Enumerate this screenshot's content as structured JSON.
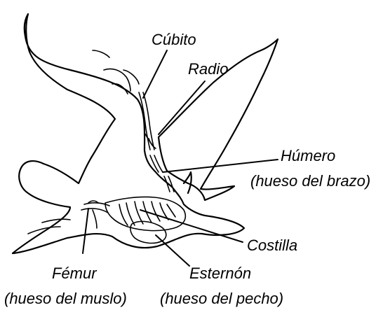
{
  "labels": {
    "cubito": "Cúbito",
    "radio": "Radio",
    "humero": "Húmero",
    "humero_sub": "(hueso del brazo)",
    "costilla": "Costilla",
    "femur": "Fémur",
    "femur_sub": "(hueso del muslo)",
    "esternon": "Esternón",
    "esternon_sub": "(hueso del pecho)"
  },
  "colors": {
    "ink": "#000000",
    "background": "#ffffff"
  }
}
